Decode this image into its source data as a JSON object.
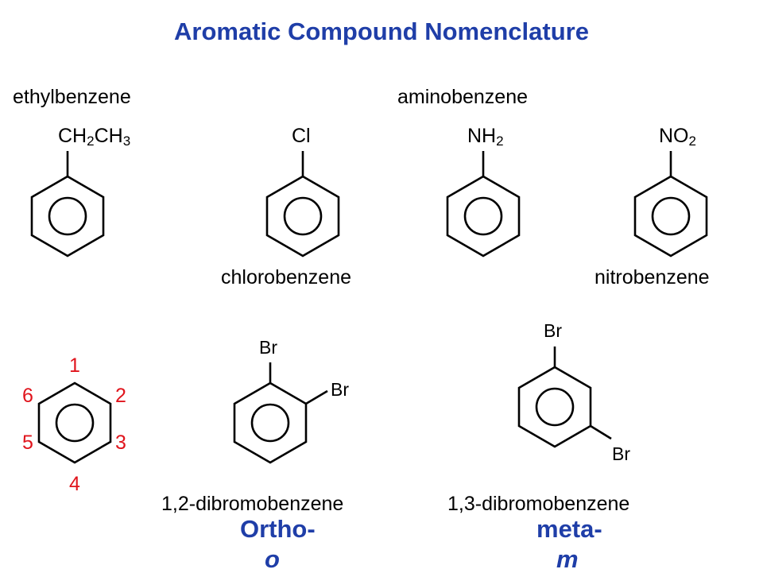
{
  "title": "Aromatic Compound Nomenclature",
  "compounds": {
    "ethylbenzene": {
      "name": "ethylbenzene",
      "group_main": "CH",
      "group_sub1": "2",
      "group_main2": "CH",
      "group_sub2": "3"
    },
    "chlorobenzene": {
      "name": "chlorobenzene",
      "group": "Cl"
    },
    "aminobenzene": {
      "name": "aminobenzene",
      "group_main": "NH",
      "group_sub": "2"
    },
    "nitrobenzene": {
      "name": "nitrobenzene",
      "group_main": "NO",
      "group_sub": "2"
    }
  },
  "numbering": {
    "positions": [
      "1",
      "2",
      "3",
      "4",
      "5",
      "6"
    ]
  },
  "ortho": {
    "name": "1,2-dibromobenzene",
    "sub1": "Br",
    "sub2": "Br",
    "prefix": "Ortho-",
    "abbr": "o"
  },
  "meta": {
    "name": "1,3-dibromobenzene",
    "sub1": "Br",
    "sub2": "Br",
    "prefix": "meta-",
    "abbr": "m"
  },
  "colors": {
    "title": "#1f3ea8",
    "numbers": "#e0141c",
    "bonds": "#000000"
  }
}
